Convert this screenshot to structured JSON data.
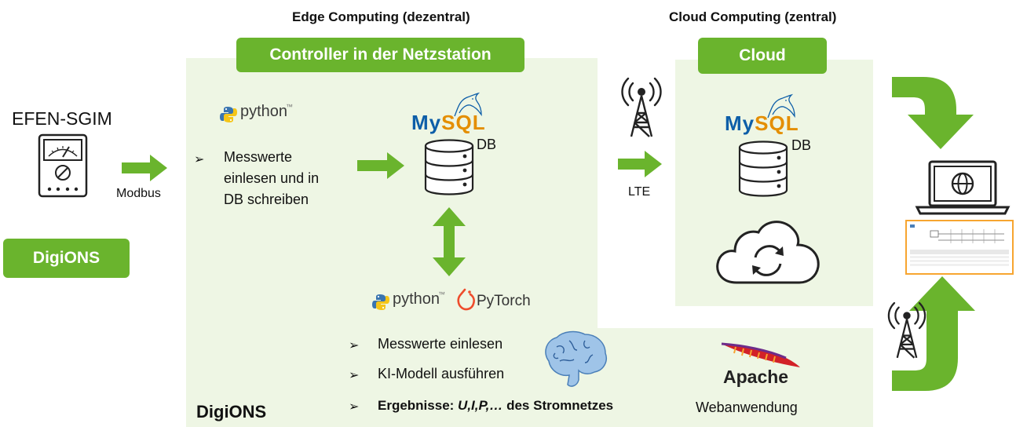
{
  "edge_header": "Edge Computing (dezentral)",
  "cloud_header": "Cloud Computing (zentral)",
  "controller_label": "Controller in der Netzstation",
  "cloud_label": "Cloud",
  "device_title": "EFEN-SGIM",
  "modbus_label": "Modbus",
  "digions_button": "DigiONS",
  "digions_footer": "DigiONS",
  "python_logo_1": "python",
  "python_logo_2": "python",
  "tm_mark": "™",
  "pytorch_logo": "PyTorch",
  "mysql_edge": {
    "my": "My",
    "sql": "SQL"
  },
  "mysql_cloud": {
    "my": "My",
    "sql": "SQL"
  },
  "db_edge": "DB",
  "db_cloud": "DB",
  "bullet_marker": "➢",
  "edge_step": [
    "Messwerte",
    "einlesen und in",
    "DB schreiben"
  ],
  "ai_steps": [
    "Messwerte einlesen",
    "KI-Modell ausführen"
  ],
  "results_step": {
    "prefix": "Ergebnisse: ",
    "vars": "U,I,P,…",
    "suffix": " des Stromnetzes"
  },
  "lte_label": "LTE",
  "apache_label": "Apache",
  "webapp_label": "Webanwendung",
  "colors": {
    "green": "#6ab42d",
    "panel": "#eef6e4",
    "orange": "#f7a530"
  }
}
